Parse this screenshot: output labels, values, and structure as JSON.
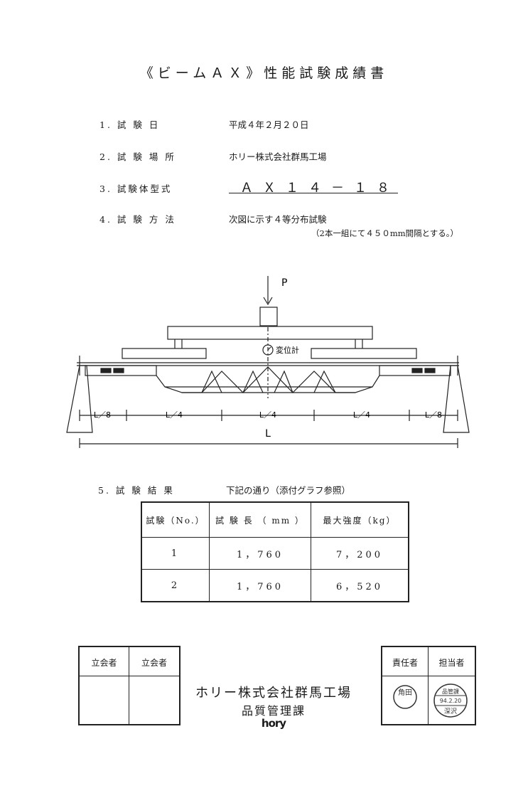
{
  "title": "《ビームＡＸ》性能試験成績書",
  "items": [
    {
      "label": "1. 試 験 日",
      "value": "平成４年２月２０日"
    },
    {
      "label": "2. 試 験 場 所",
      "value": "ホリー株式会社群馬工場"
    },
    {
      "label": "3. 試験体型式",
      "value": "ＡＸ１４－１８"
    },
    {
      "label": "4. 試 験 方 法",
      "value": "次図に示す４等分布試験",
      "note": "（2本一組にて４５０mm間隔とする。）"
    }
  ],
  "diagram": {
    "load_label": "P",
    "gauge_label": "変位計",
    "span_labels": [
      "L／8",
      "L／4",
      "L／4",
      "L／4",
      "L／8"
    ],
    "total_label": "L"
  },
  "results": {
    "label": "5. 試 験 結 果",
    "note": "下記の通り（添付グラフ参照）",
    "headers": [
      "試験（No.）",
      "試 験 長 （ mm ）",
      "最大強度（kg）"
    ],
    "rows": [
      [
        "1",
        "1，760",
        "7，200"
      ],
      [
        "2",
        "1，760",
        "6，520"
      ]
    ]
  },
  "witness": [
    "立会者",
    "立会者"
  ],
  "company": "ホリー株式会社群馬工場",
  "department": "品質管理課",
  "logo": "hory",
  "approval": [
    "責任者",
    "担当者"
  ],
  "stamps": {
    "manager": "角田",
    "staff_dept": "品管課",
    "staff_date": "94.2.20",
    "staff_name": "深沢"
  }
}
